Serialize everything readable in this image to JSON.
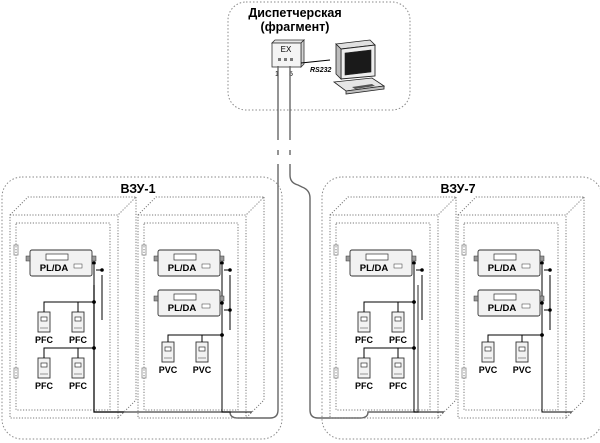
{
  "dispatch": {
    "title_line1": "Диспетчерская",
    "title_line2": "(фрагмент)",
    "ex_label": "EX",
    "port1_label": "1",
    "port5_label": "5",
    "rs232_label": "RS232"
  },
  "groups": [
    {
      "title": "ВЗУ-1",
      "cabinets": [
        {
          "controllers": [
            "PL/DA"
          ],
          "sensors": [
            "PFC",
            "PFC",
            "PFC",
            "PFC"
          ]
        },
        {
          "controllers": [
            "PL/DA",
            "PL/DA"
          ],
          "sensors": [
            "PVC",
            "PVC"
          ]
        }
      ]
    },
    {
      "title": "ВЗУ-7",
      "cabinets": [
        {
          "controllers": [
            "PL/DA"
          ],
          "sensors": [
            "PFC",
            "PFC",
            "PFC",
            "PFC"
          ]
        },
        {
          "controllers": [
            "PL/DA",
            "PL/DA"
          ],
          "sensors": [
            "PVC",
            "PVC"
          ]
        }
      ]
    }
  ]
}
